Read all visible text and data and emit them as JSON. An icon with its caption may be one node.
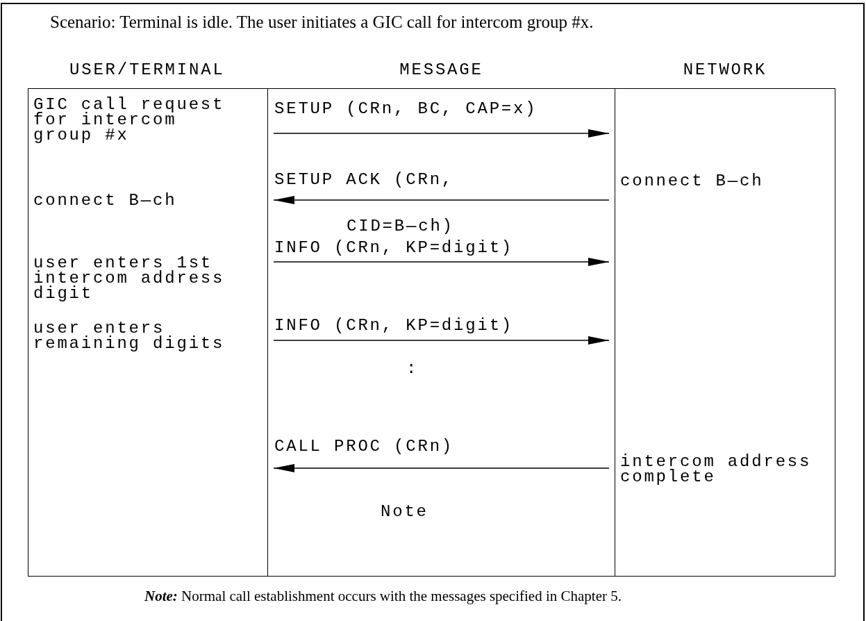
{
  "diagram": {
    "caption": "**Note:** Normal call establishment occurs with the messages specified in Chapter 5.",
    "nodes": [
      {
        "text": [
          "USER/TERMINAL",
          "GIC call request for intercom group #x",
          "connect B—ch",
          "user enters 1st intercom address digit",
          "user enters remaining digits"
        ]
      },
      {
        "text": [
          "NETWORK",
          "connect B—ch",
          "intercom address complete"
        ]
      }
    ],
    "edges": [
      {
        "from": 0,
        "to": 1,
        "arrow": "to",
        "label": "SETUP (CRn, BC, CAP=x)"
      },
      {
        "from": 1,
        "to": 0,
        "arrow": "to",
        "label": "SETUP ACK (CRn, CID=B—ch)"
      },
      {
        "from": 0,
        "to": 1,
        "arrow": "to",
        "label": "INFO (CRn, KP=digit)"
      },
      {
        "from": 0,
        "to": 1,
        "arrow": "to",
        "label": "INFO (CRn, KP=digit)"
      },
      {
        "from": 1,
        "to": 0,
        "arrow": "to",
        "label": "CALL PROC (CRn)"
      }
    ],
    "labels": [
      "MESSAGE",
      "Scenario: Terminal is idle. The user initiates a GIC call for intercom group #x.",
      ":",
      "Note"
    ]
  }
}
